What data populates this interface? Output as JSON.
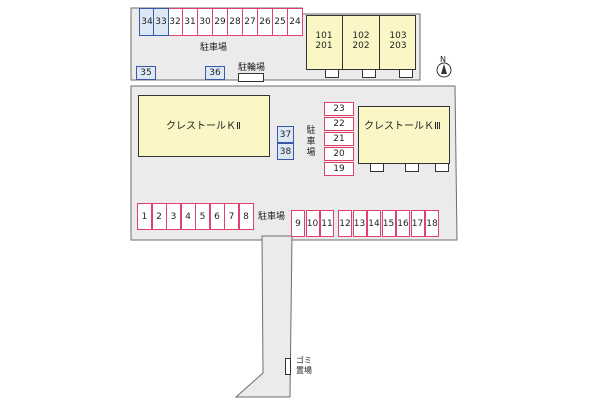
{
  "parking_label": "駐車場",
  "bicycle_parking_label": "駐輪場",
  "garbage_label": "ゴミ置場",
  "vertical_parking_label": "駐車場",
  "compass_label": "N",
  "buildings": [
    {
      "name": "",
      "units": [
        [
          "101",
          "201"
        ],
        [
          "102",
          "202"
        ],
        [
          "103",
          "203"
        ]
      ]
    },
    {
      "name": "クレストールＫⅡ"
    },
    {
      "name": "クレストールＫⅢ"
    }
  ],
  "parking_red_top": [
    "32",
    "31",
    "30",
    "29",
    "28",
    "27",
    "26",
    "25",
    "24"
  ],
  "parking_blue_top": [
    "34",
    "33"
  ],
  "parking_blue_mid": [
    "35",
    "36"
  ],
  "parking_blue_center": [
    "37",
    "38"
  ],
  "parking_red_right_col": [
    "23",
    "22",
    "21",
    "20",
    "19"
  ],
  "parking_red_bottom_left": [
    "1",
    "2",
    "3",
    "4",
    "5",
    "6",
    "7",
    "8"
  ],
  "parking_red_bottom_mid": [
    "9",
    "10",
    "11"
  ],
  "parking_red_bottom_right": [
    "12",
    "13",
    "14",
    "15",
    "16",
    "17",
    "18"
  ],
  "colors": {
    "lot": "#ebebeb",
    "lot_border": "#6d6d6d",
    "building": "#fbf6c6",
    "red_slot": "#e0416d",
    "blue_slot": "#3b57a6",
    "blue_fill": "#dde8f7"
  }
}
